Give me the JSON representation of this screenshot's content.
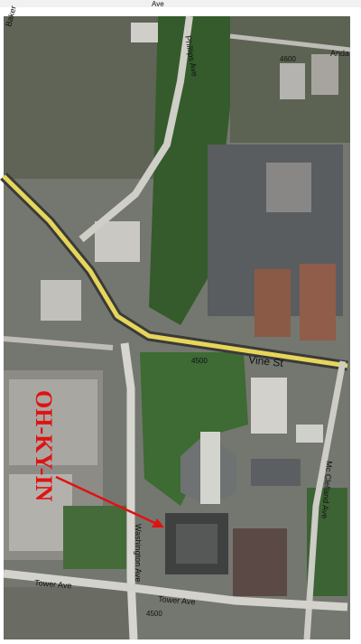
{
  "map": {
    "streets": {
      "vine": "Vine St",
      "phillips": "Phillips Ave",
      "washington": "Washington Ave",
      "mcclelland": "Mc Clelland Ave",
      "tower_left": "Tower Ave",
      "tower_right": "Tower Ave",
      "baker": "Baker",
      "anda": "Anda",
      "top_ave": "Ave"
    },
    "numbers": {
      "n4500_top": "4500",
      "n4500_vine": "4500",
      "n4600": "4600"
    },
    "annotation": {
      "label": "OH-KY-IN",
      "color": "#e01212"
    },
    "colors": {
      "major_road": "#e6d65a",
      "vegetation": "#3f6b33",
      "asphalt": "#6b6e70",
      "rooftop": "#9a9894"
    }
  }
}
